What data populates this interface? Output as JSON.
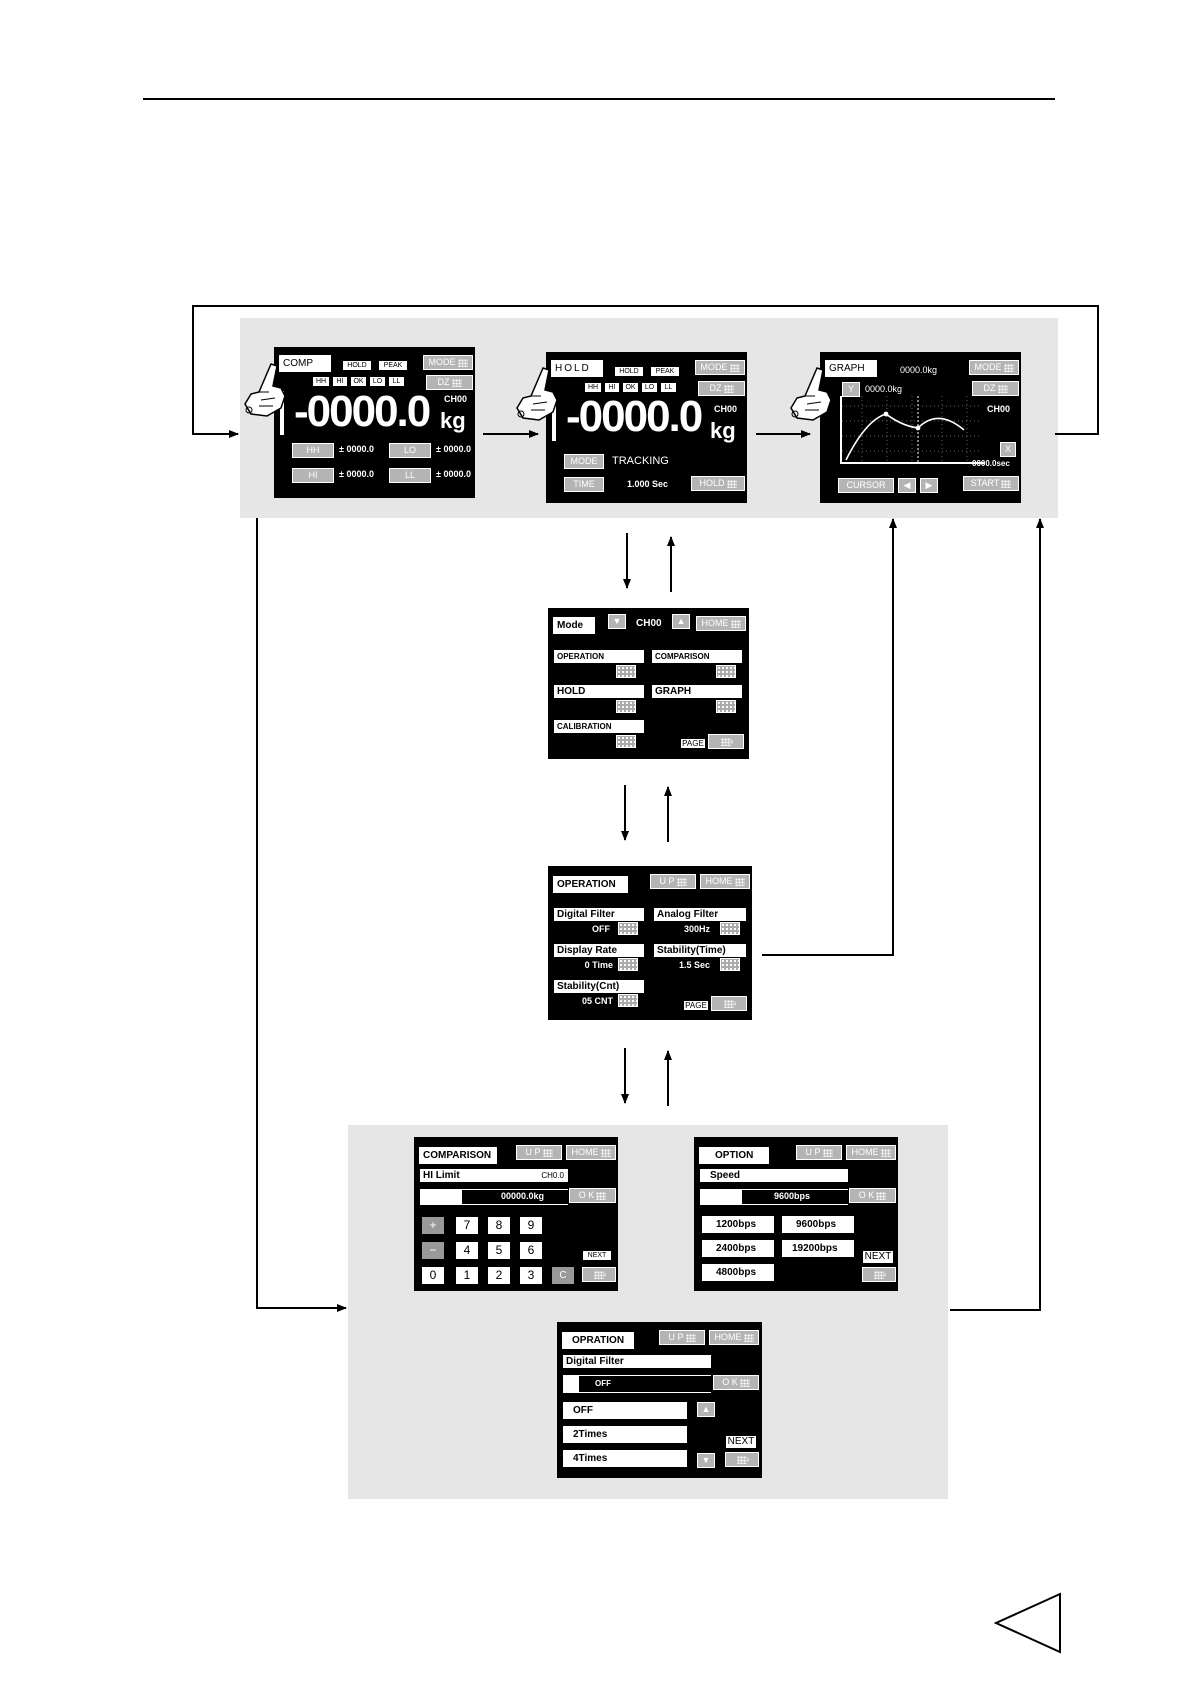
{
  "screens": {
    "comp": {
      "tab": "COMP",
      "small_tabs": [
        "HOLD",
        "PEAK"
      ],
      "mode": "MODE",
      "dz": "DZ",
      "indicators": [
        "HH",
        "HI",
        "OK",
        "LO",
        "LL"
      ],
      "value": "-0000.0",
      "unit": "kg",
      "channel": "CH00",
      "rows": [
        {
          "label": "HH",
          "value": "± 0000.0"
        },
        {
          "label": "LO",
          "value": "± 0000.0"
        },
        {
          "label": "HI",
          "value": "± 0000.0"
        },
        {
          "label": "LL",
          "value": "± 0000.0"
        }
      ]
    },
    "hold": {
      "tab": "HOLD",
      "small_tabs": [
        "HOLD",
        "PEAK"
      ],
      "mode": "MODE",
      "dz": "DZ",
      "indicators": [
        "HH",
        "HI",
        "OK",
        "LO",
        "LL"
      ],
      "value": "-0000.0",
      "unit": "kg",
      "channel": "CH00",
      "mode_label": "MODE",
      "mode_value": "TRACKING",
      "time_label": "TIME",
      "time_value": "1.000 Sec",
      "hold_btn": "HOLD"
    },
    "graph": {
      "tab": "GRAPH",
      "reading": "0000.0kg",
      "mode": "MODE",
      "y_label": "Y",
      "y_value": "0000.0kg",
      "dz": "DZ",
      "channel": "CH00",
      "x_label": "X",
      "x_value": "0000.0sec",
      "cursor": "CURSOR",
      "start": "START"
    },
    "mode_menu": {
      "title": "Mode",
      "channel": "CH00",
      "home": "HOME",
      "items": [
        "OPERATION",
        "COMPARISON",
        "HOLD",
        "GRAPH",
        "CALIBRATION"
      ],
      "page": "PAGE"
    },
    "operation": {
      "title": "OPERATION",
      "up": "U P",
      "home": "HOME",
      "fields": [
        {
          "label": "Digital Filter",
          "value": "OFF"
        },
        {
          "label": "Analog Filter",
          "value": "300Hz"
        },
        {
          "label": "Display Rate",
          "value": "0 Time"
        },
        {
          "label": "Stability(Time)",
          "value": "1.5 Sec"
        },
        {
          "label": "Stability(Cnt)",
          "value": "05 CNT"
        }
      ],
      "page": "PAGE"
    },
    "comparison": {
      "title": "COMPARISON",
      "up": "U P",
      "home": "HOME",
      "field": "HI Limit",
      "channel": "CH0.0",
      "value": "00000.0kg",
      "ok": "O K",
      "keys_top": [
        "7",
        "8",
        "9"
      ],
      "keys_mid": [
        "4",
        "5",
        "6"
      ],
      "keys_bot": [
        "0",
        "1",
        "2",
        "3"
      ],
      "plus": "+",
      "minus": "−",
      "clear": "C",
      "next": "NEXT"
    },
    "option": {
      "title": "OPTION",
      "up": "U P",
      "home": "HOME",
      "field": "Speed",
      "value": "9600bps",
      "ok": "O K",
      "options": [
        "1200bps",
        "9600bps",
        "2400bps",
        "19200bps",
        "4800bps"
      ],
      "next": "NEXT"
    },
    "opration": {
      "title": "OPRATION",
      "up": "U P",
      "home": "HOME",
      "field": "Digital Filter",
      "value": "OFF",
      "ok": "O K",
      "options": [
        "OFF",
        "2Times",
        "4Times"
      ],
      "next": "NEXT"
    }
  },
  "colors": {
    "band": "#e6e6e6",
    "screen": "#000000"
  },
  "icons": [
    "hand-pointer-icon",
    "down-arrow-icon",
    "up-arrow-icon",
    "back-triangle-icon"
  ]
}
